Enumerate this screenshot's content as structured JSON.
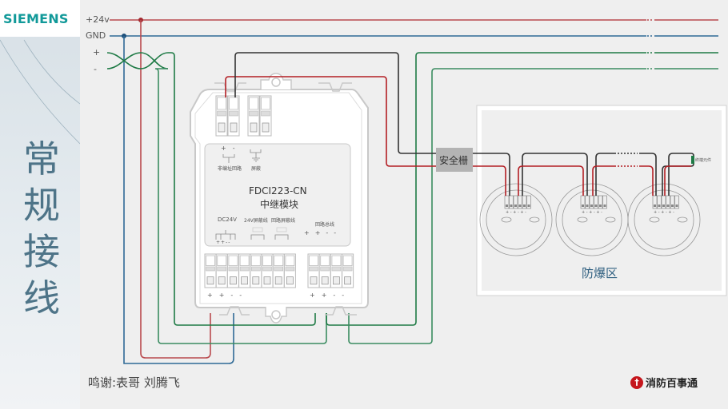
{
  "brand": {
    "logo_text": "SIEMENS",
    "logo_color": "#119999"
  },
  "title": {
    "chars": [
      "常",
      "规",
      "接",
      "线"
    ],
    "color": "#4e7488"
  },
  "bus": {
    "lines": [
      {
        "label": "+24v",
        "color": "#b94a4e"
      },
      {
        "label": "GND",
        "color": "#2f6a96"
      },
      {
        "label": "+",
        "color": "#1e7a45"
      },
      {
        "label": "-",
        "color": "#3a8c60"
      }
    ],
    "ellipsis": "···"
  },
  "module": {
    "model": "FDCI223-CN",
    "name": "中继模块",
    "top_labels": {
      "non_addressable_loop": "非编址回路",
      "shield": "屏蔽",
      "polarity": [
        "+",
        "-"
      ]
    },
    "bottom_labels": {
      "dc24v": "DC24V",
      "shield_24v": "24V屏蔽线",
      "loop_shield": "回路屏蔽线",
      "loop_bus": "回路总线",
      "dc24v_polarity": [
        "+",
        "+",
        "-",
        "-"
      ],
      "bus_polarity": [
        "+",
        "+",
        "-",
        "-"
      ]
    },
    "terminal_polarity_left": [
      "+",
      "+",
      "-",
      "-"
    ],
    "terminal_polarity_right": [
      "+",
      "+",
      "-",
      "-"
    ]
  },
  "barrier": {
    "label": "安全栅",
    "color": "#b3b3b3"
  },
  "hazard_zone": {
    "label": "防爆区",
    "label_color": "#2f5f80",
    "detectors": 3,
    "detector_polarity": "+ - + - + -",
    "end_element_label": "终端元件",
    "ellipsis": "······"
  },
  "wire_colors": {
    "power": "#b94a4e",
    "gnd": "#2f6a96",
    "loop_pos": "#1e7a45",
    "loop_neg": "#3a8c60",
    "signal_black": "#333333",
    "signal_red": "#b31e24"
  },
  "footer": {
    "credit": "鸣谢:表哥  刘腾飞",
    "publisher": "消防百事通",
    "publisher_icon": "fire-brand-icon"
  }
}
